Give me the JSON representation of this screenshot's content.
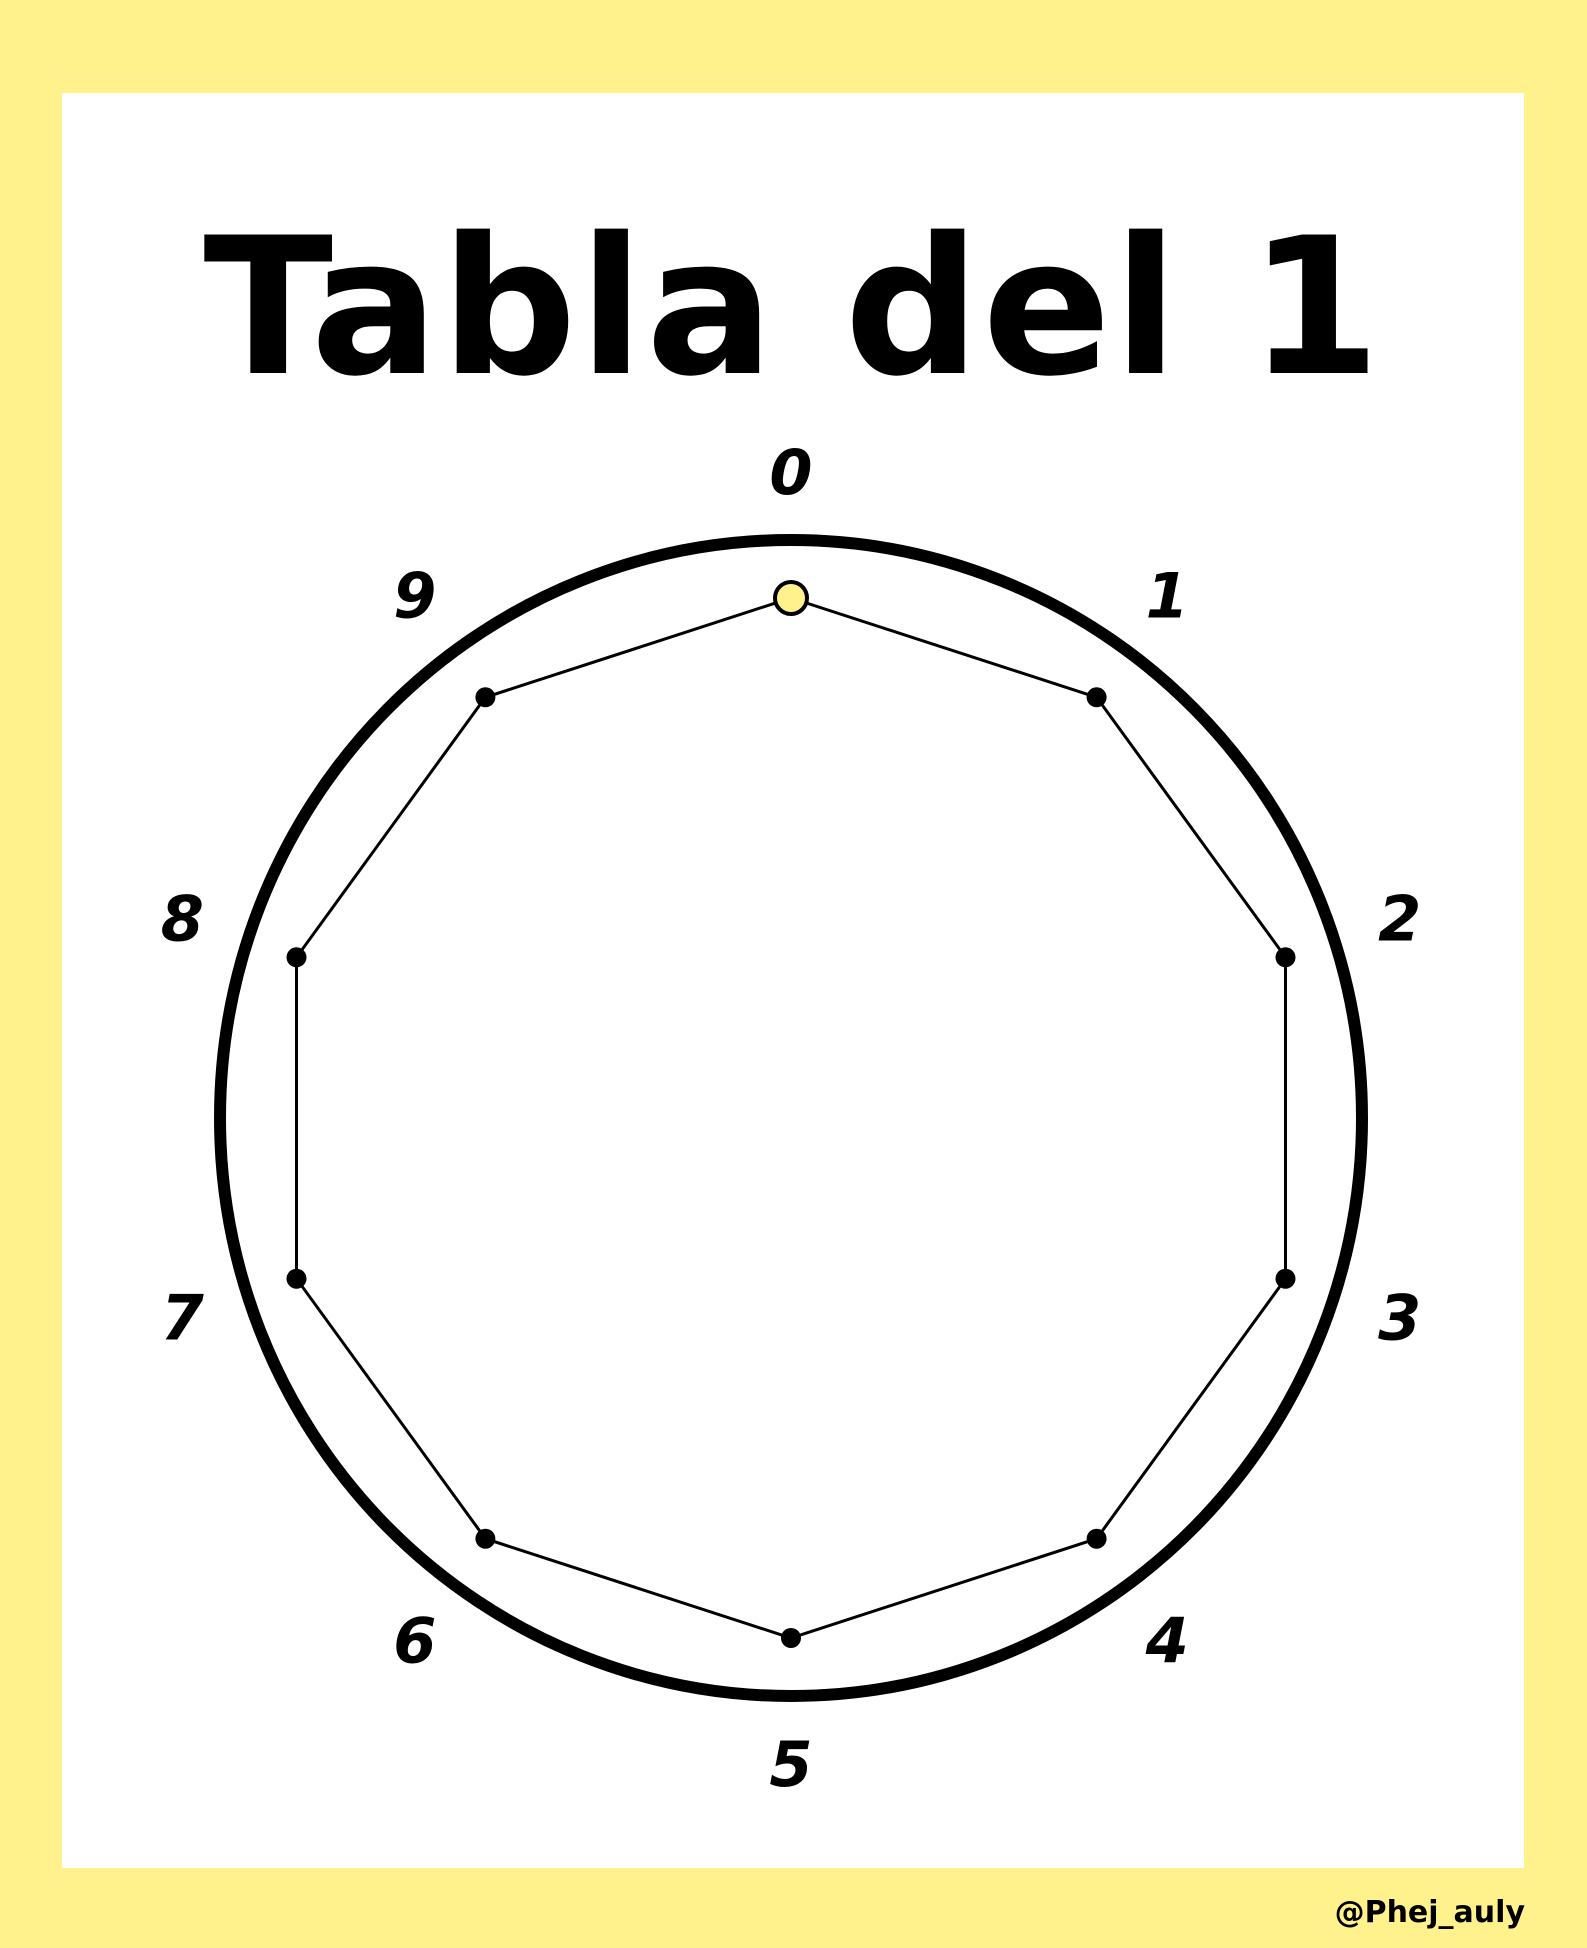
{
  "title": "Tabla del 1",
  "multiplier": 1,
  "numbers": [
    "0",
    "1",
    "2",
    "3",
    "4",
    "5",
    "6",
    "7",
    "8",
    "9"
  ],
  "sequence": [
    0,
    1,
    2,
    3,
    4,
    5,
    6,
    7,
    8,
    9
  ],
  "credit": "@Phej_auly",
  "colors": {
    "border": "#fff28c",
    "start_point": "#fff28c",
    "ink": "#000000",
    "sheet": "#ffffff"
  }
}
